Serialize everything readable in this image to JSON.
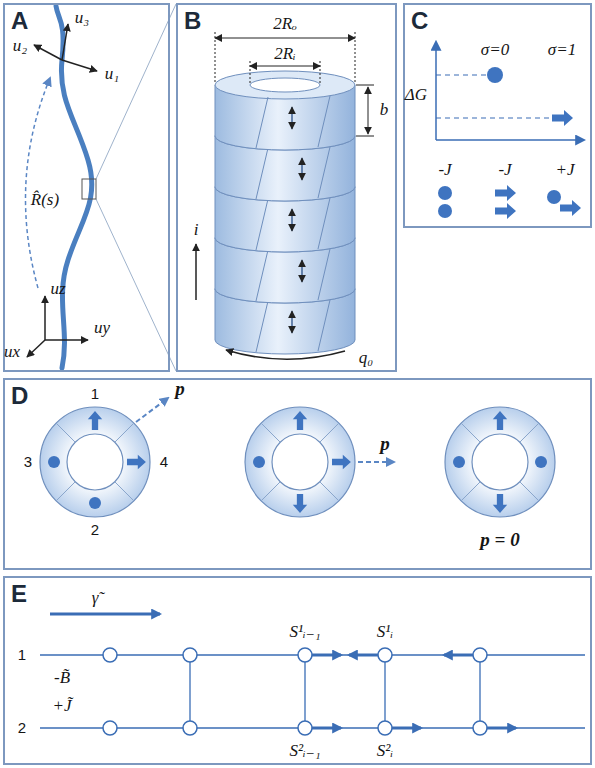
{
  "diagram": {
    "nodes": [
      {
        "text": [
          "A"
        ]
      },
      {
        "text": [
          "B"
        ]
      },
      {
        "text": [
          "C"
        ]
      },
      {
        "text": [
          "D"
        ]
      },
      {
        "text": [
          "E"
        ]
      }
    ],
    "labels": [
      "u₃",
      "u₂",
      "u₁",
      "R̂(s)",
      "uz",
      "ux",
      "uy",
      "2Rₒ",
      "2Rᵢ",
      "b",
      "i",
      "q₀",
      "σ=0",
      "σ=1",
      "ΔG",
      "-J",
      "-J",
      "+J",
      "1",
      "3",
      "4",
      "2",
      "p",
      "p",
      "p = 0",
      "γ̃",
      "1",
      "2",
      "S¹ᵢ₋₁",
      "S¹ᵢ",
      "-B̃",
      "+J̃",
      "S²ᵢ₋₁",
      "S²ᵢ"
    ]
  }
}
